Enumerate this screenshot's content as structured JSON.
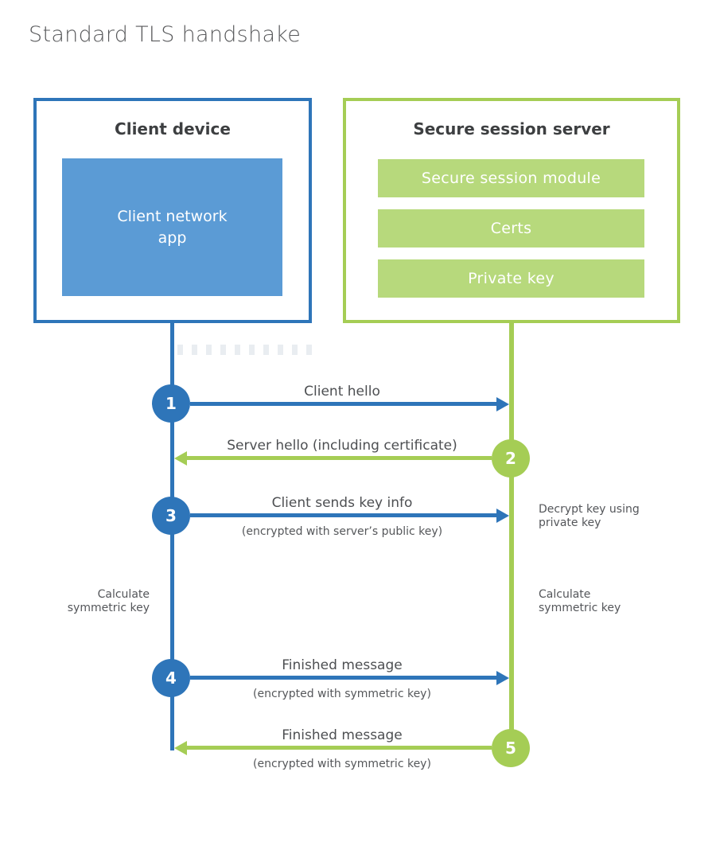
{
  "title": "Standard TLS handshake",
  "colors": {
    "blue": "#2e75b9",
    "blue_fill": "#5b9bd5",
    "green": "#a5cd55",
    "green_fill": "#b7d97c"
  },
  "client": {
    "title": "Client device",
    "app_line1": "Client network",
    "app_line2": "app"
  },
  "server": {
    "title": "Secure session server",
    "modules": [
      "Secure session module",
      "Certs",
      "Private key"
    ]
  },
  "steps": [
    {
      "num": "1",
      "label": "Client hello",
      "direction": "right",
      "color": "blue"
    },
    {
      "num": "2",
      "label": "Server hello (including certificate)",
      "direction": "left",
      "color": "green"
    },
    {
      "num": "3",
      "label": "Client sends key info",
      "sub": "(encrypted with server’s public key)",
      "direction": "right",
      "color": "blue"
    },
    {
      "num": "4",
      "label": "Finished message",
      "sub": "(encrypted with symmetric key)",
      "direction": "right",
      "color": "blue"
    },
    {
      "num": "5",
      "label": "Finished message",
      "sub": "(encrypted with symmetric key)",
      "direction": "left",
      "color": "green"
    }
  ],
  "side_notes": {
    "decrypt_line1": "Decrypt key using",
    "decrypt_line2": "private key",
    "calculate_line1": "Calculate",
    "calculate_line2": "symmetric key"
  }
}
